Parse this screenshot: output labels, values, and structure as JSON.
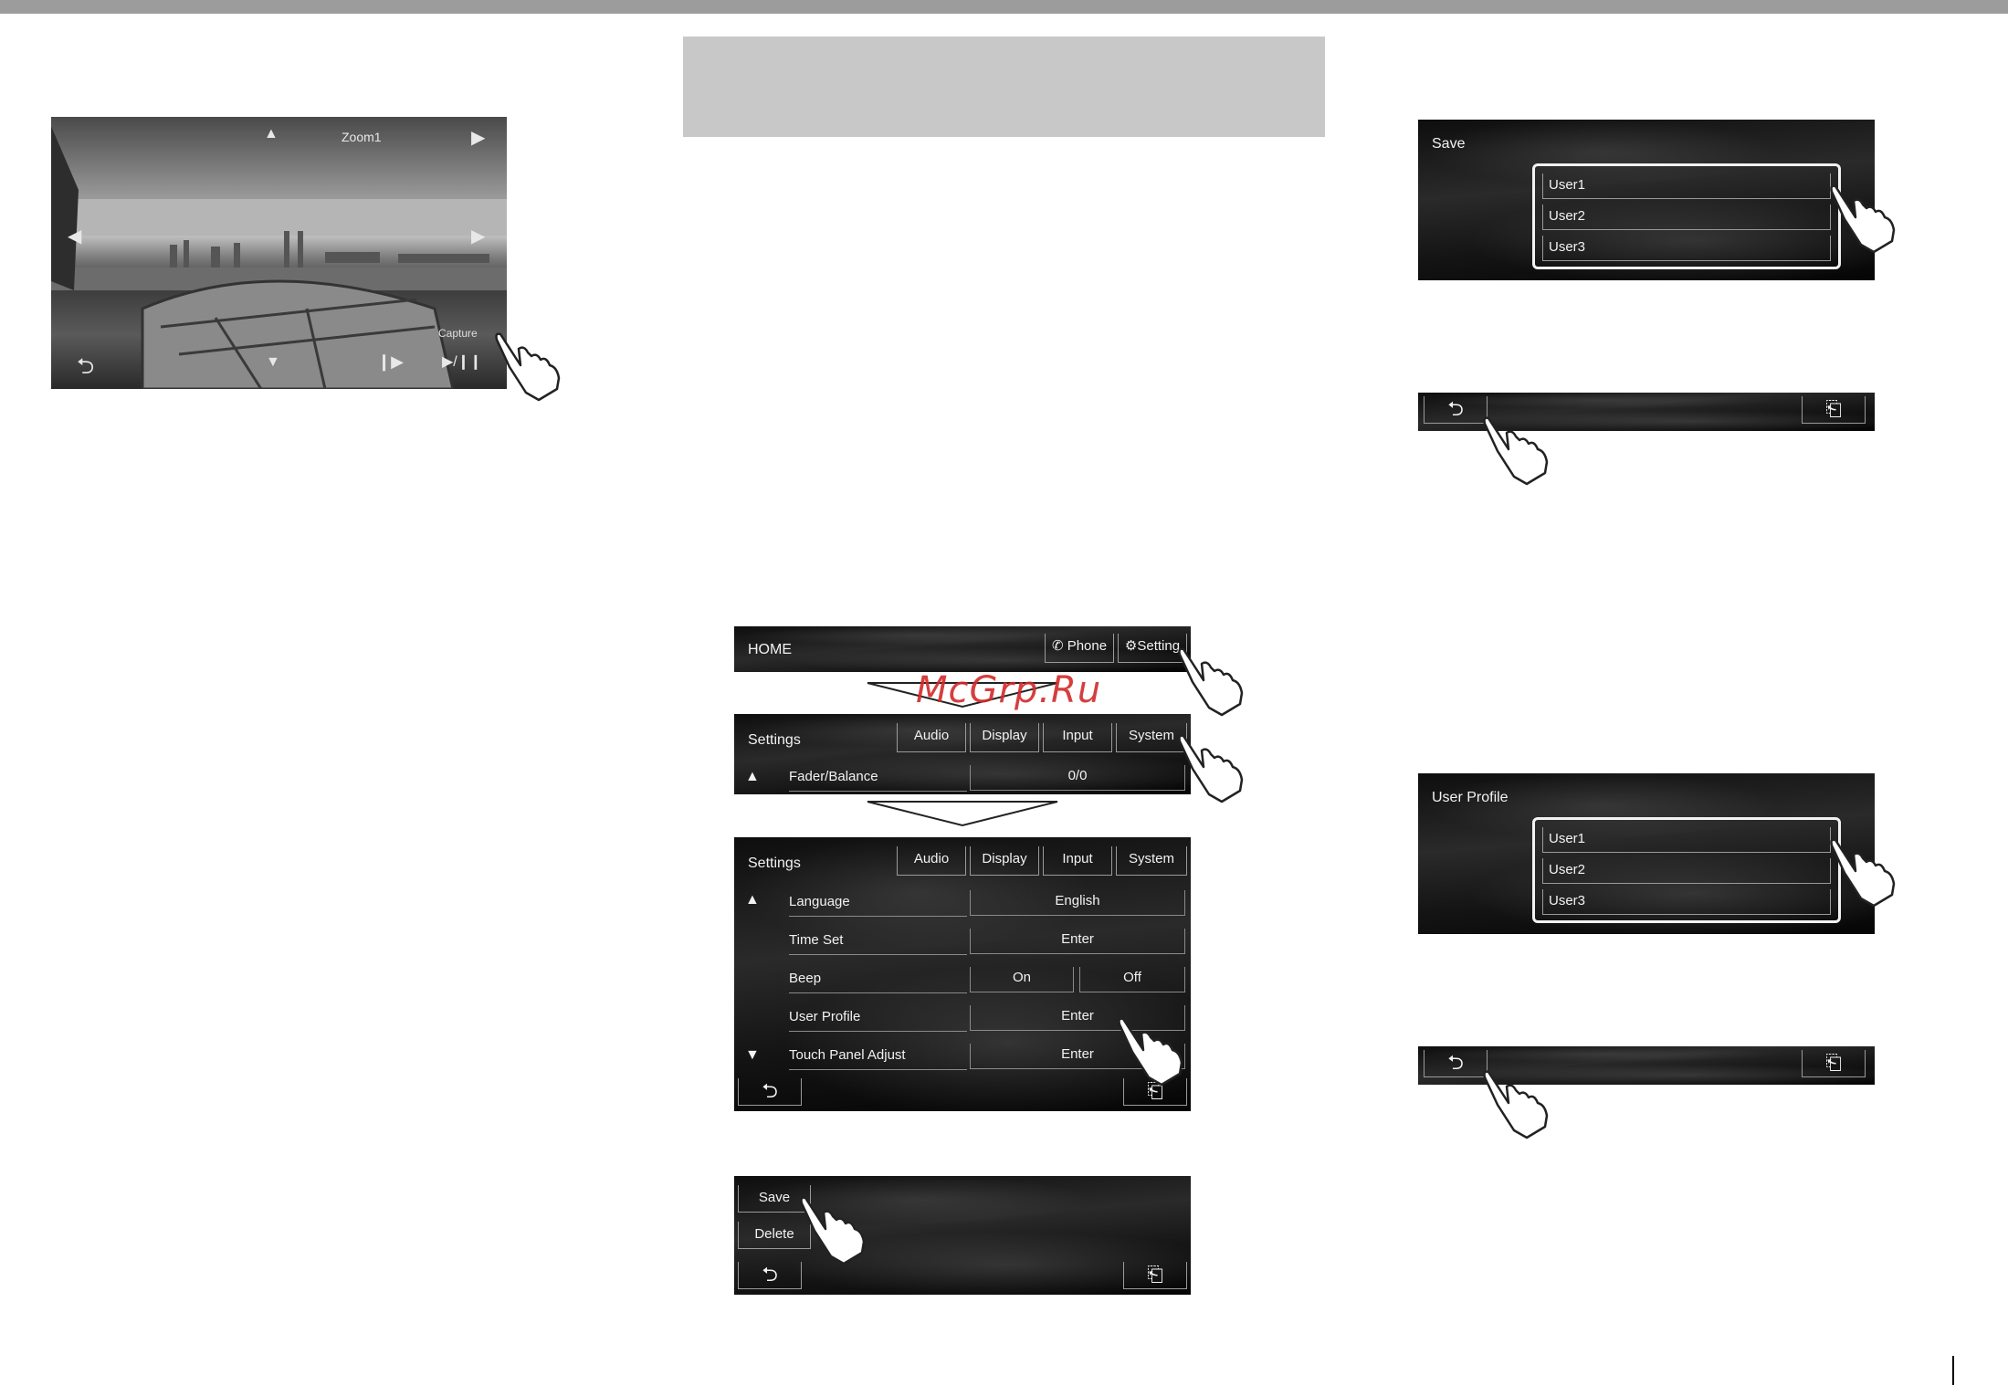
{
  "photo_screen": {
    "zoom_label": "Zoom1",
    "capture_label": "Capture",
    "play_pause_label": "▶/❙❙"
  },
  "home_bar": {
    "title": "HOME",
    "phone_label": "Phone",
    "settings_label": "Setting"
  },
  "settings_small": {
    "title": "Settings",
    "tabs": [
      "Audio",
      "Display",
      "Input",
      "System"
    ],
    "row_label": "Fader/Balance",
    "row_value": "0/0"
  },
  "settings_full": {
    "title": "Settings",
    "tabs": [
      "Audio",
      "Display",
      "Input",
      "System"
    ],
    "rows": [
      {
        "label": "Language",
        "value": "English"
      },
      {
        "label": "Time Set",
        "value": "Enter"
      },
      {
        "label": "Beep",
        "value_on": "On",
        "value_off": "Off"
      },
      {
        "label": "User Profile",
        "value": "Enter"
      },
      {
        "label": "Touch Panel Adjust",
        "value": "Enter"
      }
    ]
  },
  "save_delete": {
    "save_label": "Save",
    "delete_label": "Delete"
  },
  "save_users": {
    "title": "Save",
    "users": [
      "User1",
      "User2",
      "User3"
    ]
  },
  "profile_users": {
    "title": "User Profile",
    "users": [
      "User1",
      "User2",
      "User3"
    ]
  },
  "watermark": "McGrp.Ru",
  "icons": {
    "back": "⮌",
    "exit": "⎗"
  }
}
